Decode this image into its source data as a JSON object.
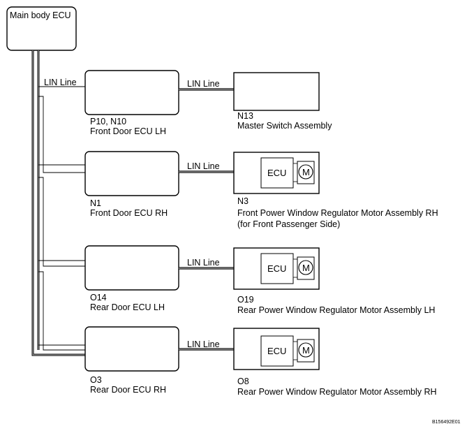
{
  "main_ecu": {
    "label": "Main body ECU"
  },
  "lin_label": "LIN Line",
  "ecu_text": "ECU",
  "motor_text": "M",
  "nodes": [
    {
      "code": "P10, N10",
      "name": "Front Door ECU LH"
    },
    {
      "code": "N1",
      "name": "Front Door ECU RH"
    },
    {
      "code": "O14",
      "name": "Rear Door ECU LH"
    },
    {
      "code": "O3",
      "name": "Rear Door ECU RH"
    }
  ],
  "devices": [
    {
      "code": "N13",
      "name": "Master Switch Assembly",
      "note": ""
    },
    {
      "code": "N3",
      "name": "Front Power Window Regulator Motor Assembly RH",
      "note": "(for Front Passenger Side)"
    },
    {
      "code": "O19",
      "name": "Rear Power Window Regulator Motor Assembly LH",
      "note": ""
    },
    {
      "code": "O8",
      "name": "Rear Power Window Regulator Motor Assembly RH",
      "note": ""
    }
  ],
  "figure_id": "B156492E01"
}
